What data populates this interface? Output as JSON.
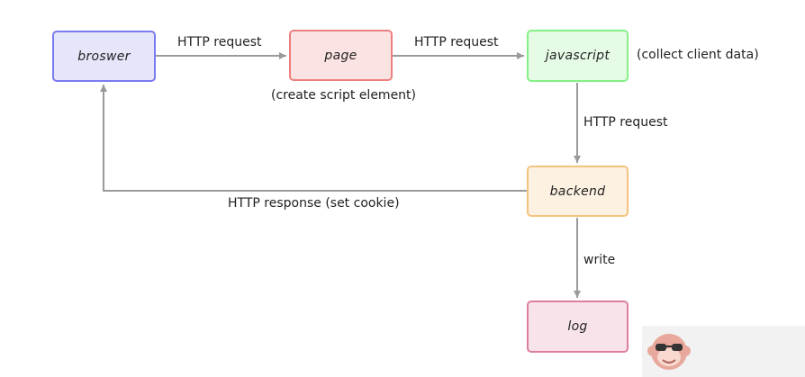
{
  "nodes": {
    "browser": {
      "label": "broswer",
      "fill": "#e6e6fa",
      "stroke": "#7b7bee"
    },
    "page": {
      "label": "page",
      "fill": "#fbe3e3",
      "stroke": "#ee7f7f"
    },
    "javascript": {
      "label": "javascript",
      "fill": "#e6fbe6",
      "stroke": "#86ef86"
    },
    "backend": {
      "label": "backend",
      "fill": "#fdf1e2",
      "stroke": "#f3c37f"
    },
    "log": {
      "label": "log",
      "fill": "#f8e3ea",
      "stroke": "#dc7f9f"
    }
  },
  "edges": {
    "browser_to_page": "HTTP request",
    "page_to_javascript": "HTTP request",
    "javascript_to_backend": "HTTP request",
    "backend_to_browser": "HTTP response (set cookie)",
    "backend_to_log": "write"
  },
  "annotations": {
    "page_note": "(create script element)",
    "javascript_note": "(collect client data)"
  },
  "colors": {
    "arrow": "#9a9a9a",
    "text": "#222222"
  },
  "watermark": {
    "icon": "monkey-logo-icon"
  }
}
